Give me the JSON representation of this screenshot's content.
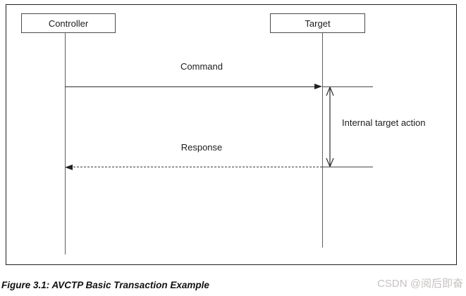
{
  "figure": {
    "actors": [
      {
        "label": "Controller"
      },
      {
        "label": "Target"
      }
    ],
    "messages": [
      {
        "label": "Command",
        "from": "Controller",
        "to": "Target",
        "line_style": "solid"
      },
      {
        "label": "Response",
        "from": "Target",
        "to": "Controller",
        "line_style": "dashed"
      }
    ],
    "annotation": {
      "label": "Internal target action"
    },
    "caption": "Figure 3.1: AVCTP Basic Transaction Example"
  },
  "watermark": {
    "text": "CSDN @阅后即奋",
    "color": "#c8c0c0"
  },
  "colors": {
    "frame": "#1f1f1f",
    "box_border": "#4a4a4a",
    "lifeline": "#5f5f5f",
    "arrow": "#2b2b2b",
    "text": "#1c1c1c"
  }
}
